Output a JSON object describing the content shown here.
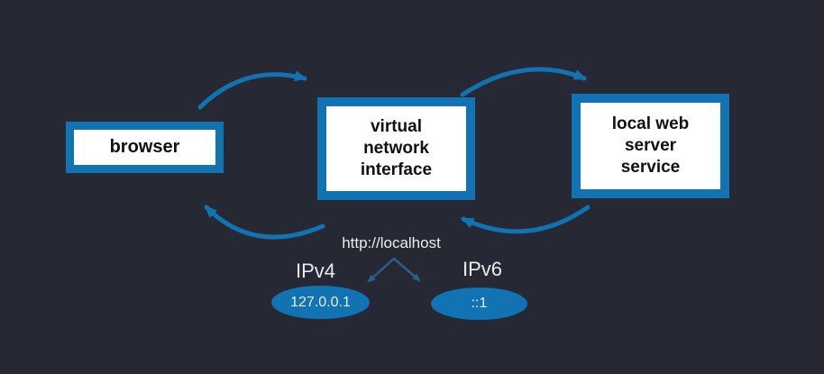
{
  "diagram": {
    "nodes": {
      "browser": {
        "label": "browser"
      },
      "virtual_network_interface": {
        "label": "virtual\nnetwork\ninterface"
      },
      "local_web_server_service": {
        "label": "local web\nserver\nservice"
      }
    },
    "labels": {
      "localhost_url": "http://localhost",
      "ipv4": "IPv4",
      "ipv6": "IPv6",
      "ipv4_address": "127.0.0.1",
      "ipv6_address": "::1"
    },
    "arrows": [
      "browser-to-virtual-network-interface",
      "virtual-network-interface-to-local-web-server",
      "virtual-network-interface-to-browser",
      "local-web-server-to-virtual-network-interface",
      "localhost-to-ipv4",
      "localhost-to-ipv6"
    ]
  },
  "colors": {
    "background": "#262933",
    "accent-blue": "#1173b1",
    "muted-arrow-blue": "#2d5f84",
    "label-text": "#e9ebee",
    "box-text": "#111111",
    "box-fill": "#ffffff"
  }
}
